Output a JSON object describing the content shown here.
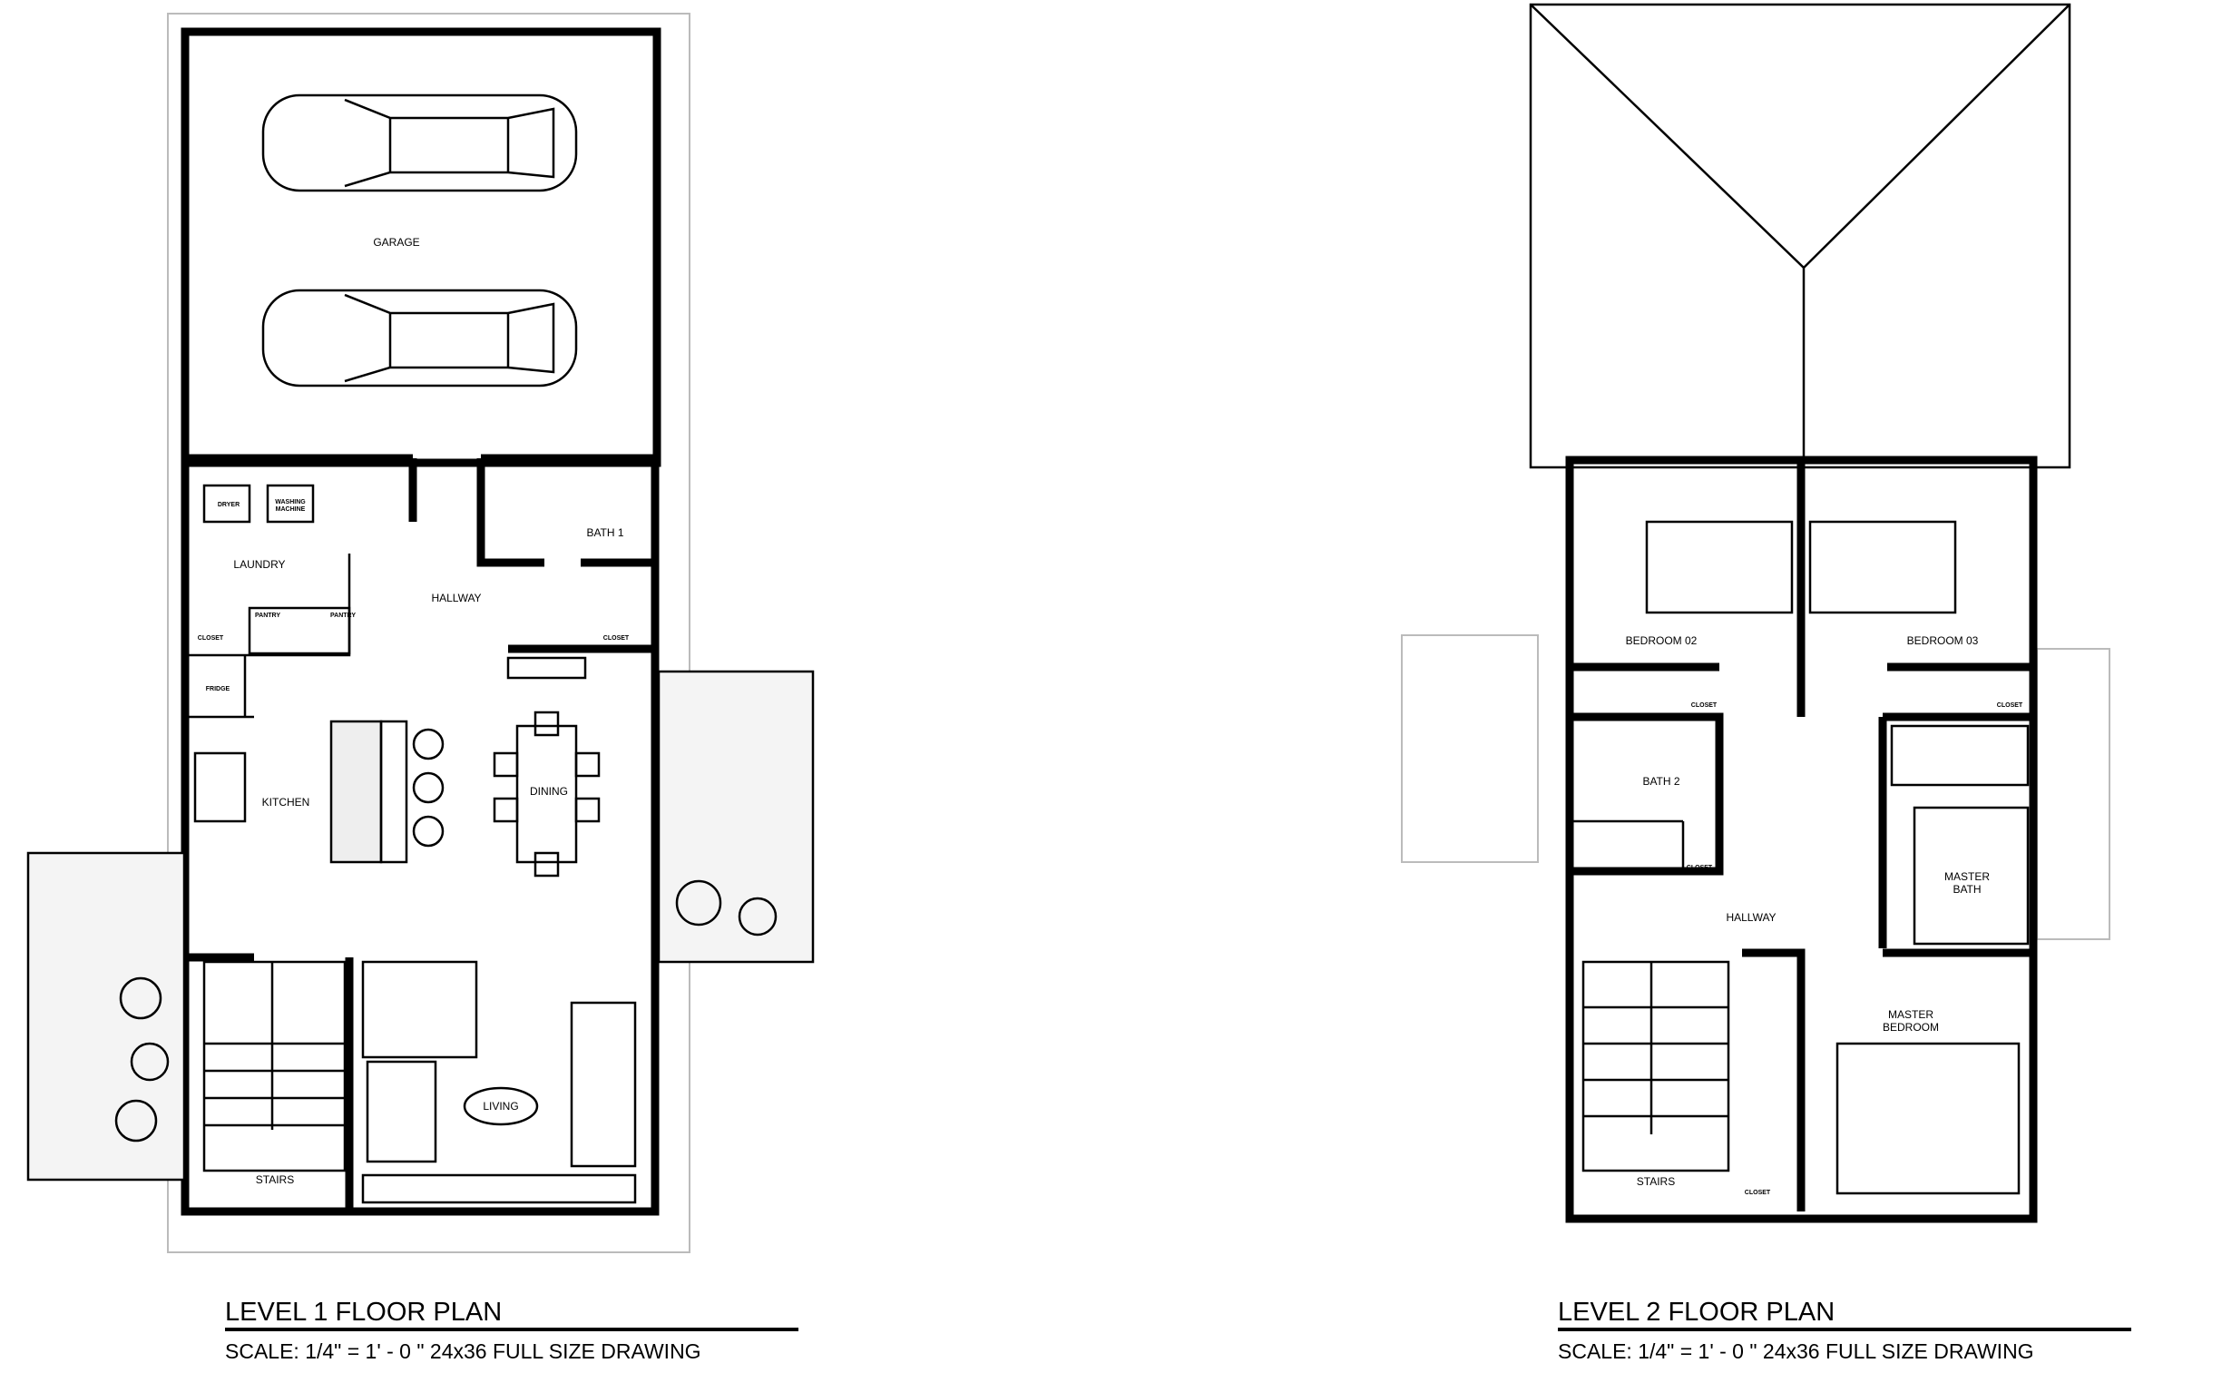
{
  "level1": {
    "title": "LEVEL 1 FLOOR PLAN",
    "scale": "SCALE: 1/4\" = 1' - 0 \" 24x36 FULL SIZE DRAWING",
    "rooms": {
      "garage": "GARAGE",
      "laundry": "LAUNDRY",
      "dryer": "DRYER",
      "washer_line1": "WASHING",
      "washer_line2": "MACHINE",
      "hallway": "HALLWAY",
      "bath1": "BATH 1",
      "pantry1": "PANTRY",
      "pantry2": "PANTRY",
      "closet_left": "CLOSET",
      "closet_right": "CLOSET",
      "fridge": "FRIDGE",
      "kitchen": "KITCHEN",
      "dining": "DINING",
      "living": "LIVING",
      "stairs": "STAIRS"
    }
  },
  "level2": {
    "title": "LEVEL 2 FLOOR PLAN",
    "scale": "SCALE: 1/4\" = 1' - 0 \" 24x36 FULL SIZE DRAWING",
    "rooms": {
      "bedroom02": "BEDROOM 02",
      "bedroom03": "BEDROOM 03",
      "closet_b2": "CLOSET",
      "closet_b3": "CLOSET",
      "bath2": "BATH 2",
      "closet_hall": "CLOSET",
      "hallway": "HALLWAY",
      "master_bath_line1": "MASTER",
      "master_bath_line2": "BATH",
      "master_bed_line1": "MASTER",
      "master_bed_line2": "BEDROOM",
      "stairs": "STAIRS",
      "closet_stairs": "CLOSET"
    }
  }
}
